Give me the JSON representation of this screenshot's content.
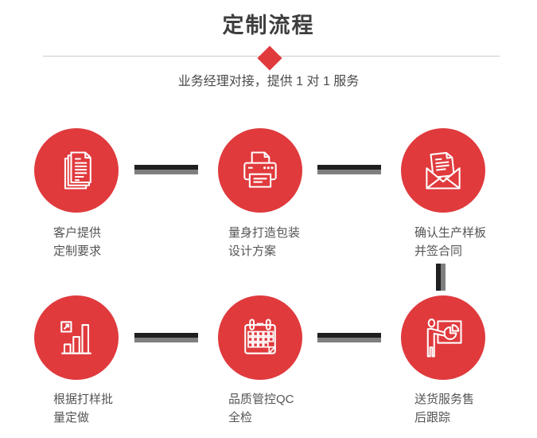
{
  "header": {
    "title": "定制流程",
    "subtitle": "业务经理对接，提供 1 对 1 服务"
  },
  "colors": {
    "accent_red": "#e03a3d",
    "connector_dark": "#1f1f1f",
    "connector_gray": "#7f7f7f",
    "divider": "#cccccc",
    "title_text": "#3e3e3e",
    "subtitle_text": "#4a4a4a",
    "label_text": "#555555"
  },
  "steps": [
    {
      "icon": "documents-icon",
      "label_lines": [
        "客户提供",
        "定制要求"
      ]
    },
    {
      "icon": "printer-icon",
      "label_lines": [
        "量身打造包装",
        "设计方案"
      ]
    },
    {
      "icon": "envelope-icon",
      "label_lines": [
        "确认生产样板",
        "并签合同"
      ]
    },
    {
      "icon": "bar-chart-icon",
      "label_lines": [
        "根据打样批",
        "量定做"
      ]
    },
    {
      "icon": "calendar-icon",
      "label_lines": [
        "品质管控QC",
        "全检"
      ]
    },
    {
      "icon": "presentation-icon",
      "label_lines": [
        "送货服务售",
        "后跟踪"
      ]
    }
  ]
}
